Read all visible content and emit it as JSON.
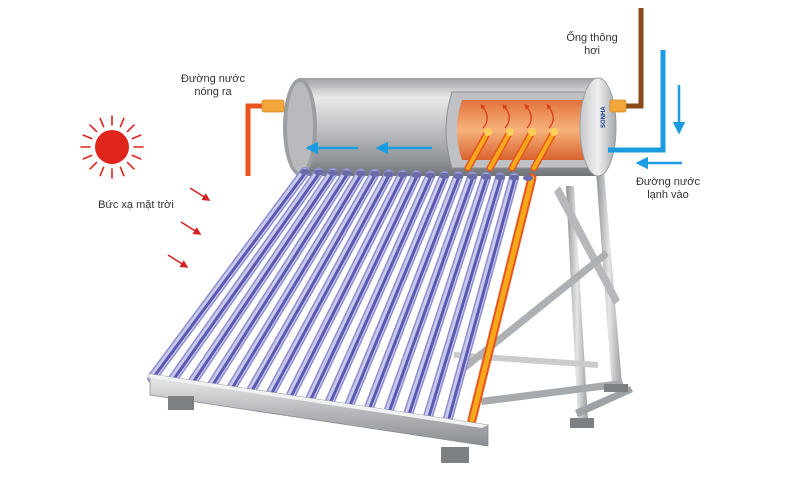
{
  "labels": {
    "hot_out": "Đường nước nóng ra",
    "hot_out_line1": "Đường nước",
    "hot_out_line2": "nóng ra",
    "vent": "Ống thông hơi",
    "vent_line1": "Ống thông",
    "vent_line2": "hơi",
    "cold_in_line1": "Đường nước",
    "cold_in_line2": "lạnh vào",
    "radiation": "Bức xạ mặt trời"
  },
  "brand": "SONHA",
  "colors": {
    "sun": "#e0231c",
    "hot_pipe": "#e8551e",
    "cold_pipe": "#1b9be0",
    "vent_pipe": "#8b4a1e",
    "tube_glass": "#8e8fd0",
    "tube_core": "#5a58b0",
    "heat_pipe_yellow": "#f7a91c",
    "radiation_arrow": "#d42020",
    "tank_steel": "#c7c9cc",
    "tank_inner_orange": "#f29a4a"
  },
  "icons": [
    "sun-icon",
    "radiation-arrow-icon",
    "flow-arrow-icon"
  ],
  "tube_count": 17
}
